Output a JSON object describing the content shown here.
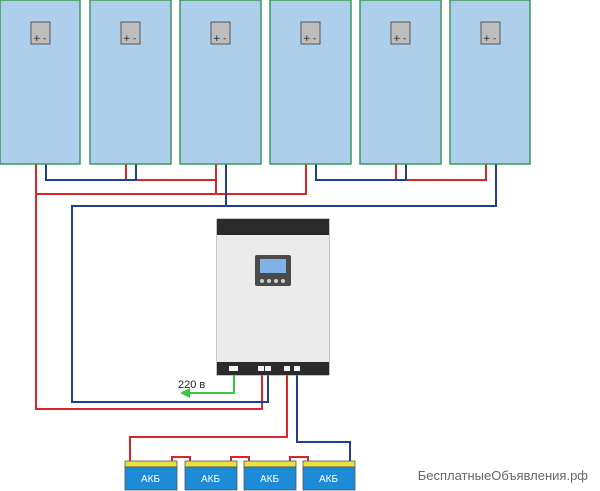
{
  "panels": [
    {
      "plus": "+",
      "minus": "-"
    },
    {
      "plus": "+",
      "minus": "-"
    },
    {
      "plus": "+",
      "minus": "-"
    },
    {
      "plus": "+",
      "minus": "-"
    },
    {
      "plus": "+",
      "minus": "-"
    },
    {
      "plus": "+",
      "minus": "-"
    }
  ],
  "ac_output_label": "220 в",
  "batteries": [
    {
      "label": "АКБ"
    },
    {
      "label": "АКБ"
    },
    {
      "label": "АКБ"
    },
    {
      "label": "АКБ"
    }
  ],
  "watermark": "БесплатныеОбъявления.рф",
  "colors": {
    "panel_fill": "#aecfeb",
    "panel_border": "#3a9a5a",
    "positive_wire": "#d9262b",
    "negative_wire": "#1f3d9b",
    "ac_wire": "#3cc63c",
    "battery_fill": "#1e8bd6",
    "battery_top": "#e6e244",
    "inverter_body": "#e9e9e9",
    "inverter_cap": "#2b2b2b",
    "screen": "#7fb0e8"
  }
}
